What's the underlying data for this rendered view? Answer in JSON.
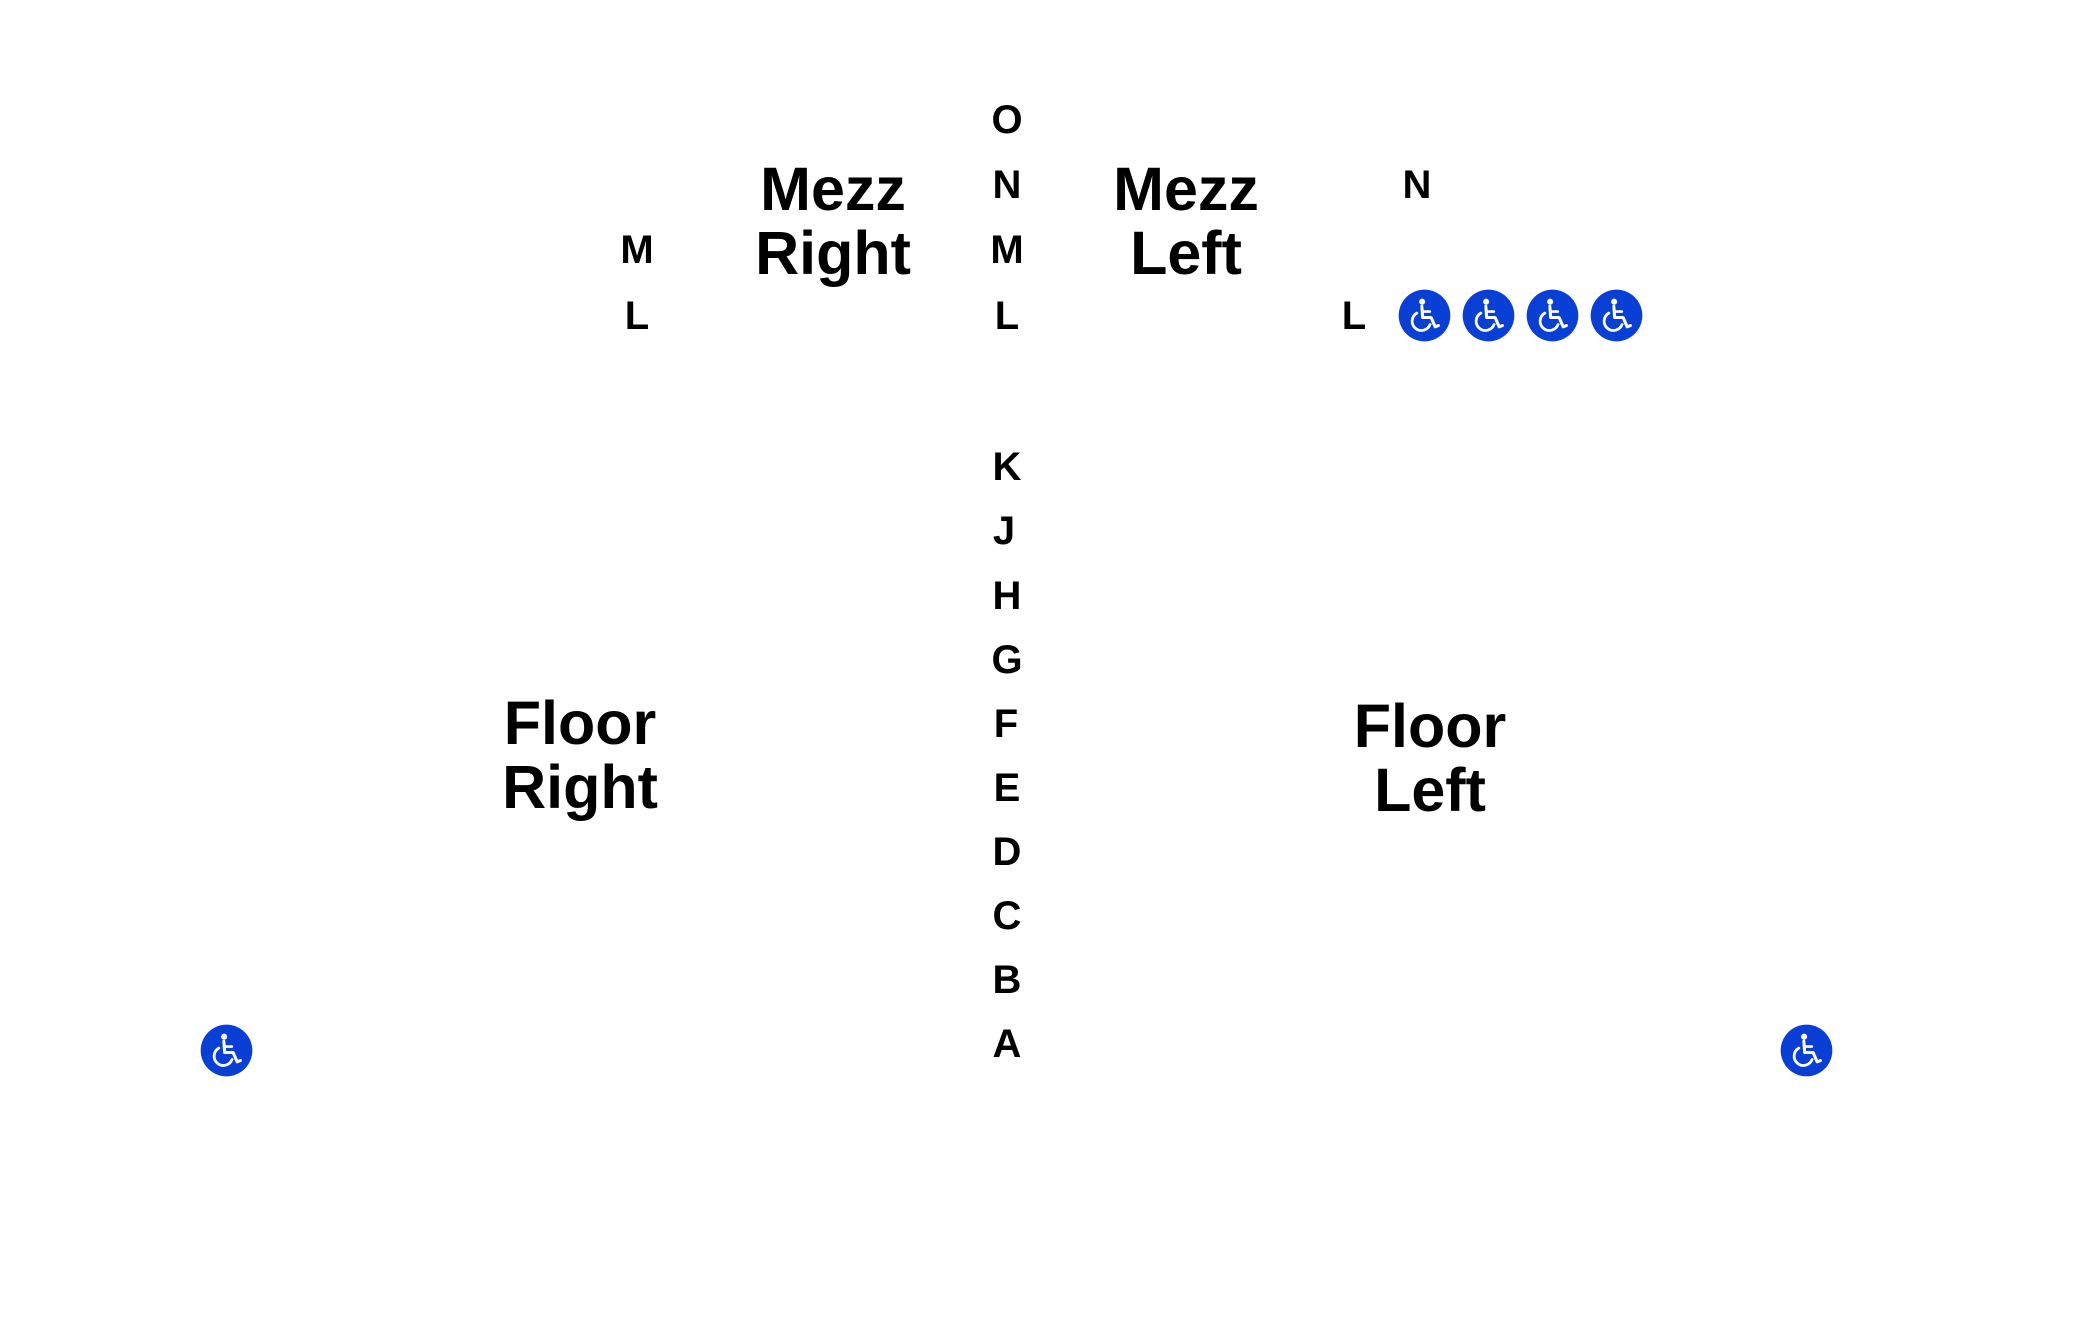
{
  "sections": {
    "mezz_right": {
      "line1": "Mezz",
      "line2": "Right"
    },
    "mezz_left": {
      "line1": "Mezz",
      "line2": "Left"
    },
    "floor_right": {
      "line1": "Floor",
      "line2": "Right"
    },
    "floor_left": {
      "line1": "Floor",
      "line2": "Left"
    }
  },
  "center_aisle_rows": [
    "O",
    "N",
    "M",
    "L",
    "K",
    "J",
    "H",
    "G",
    "F",
    "E",
    "D",
    "C",
    "B",
    "A"
  ],
  "mezz_right_rows": [
    "M",
    "L"
  ],
  "mezz_left_rows": [
    "N",
    "L"
  ],
  "accessible_seat": {
    "icon": "wheelchair-icon",
    "color": "#0a3fd6",
    "mezz_left_count": 4
  }
}
